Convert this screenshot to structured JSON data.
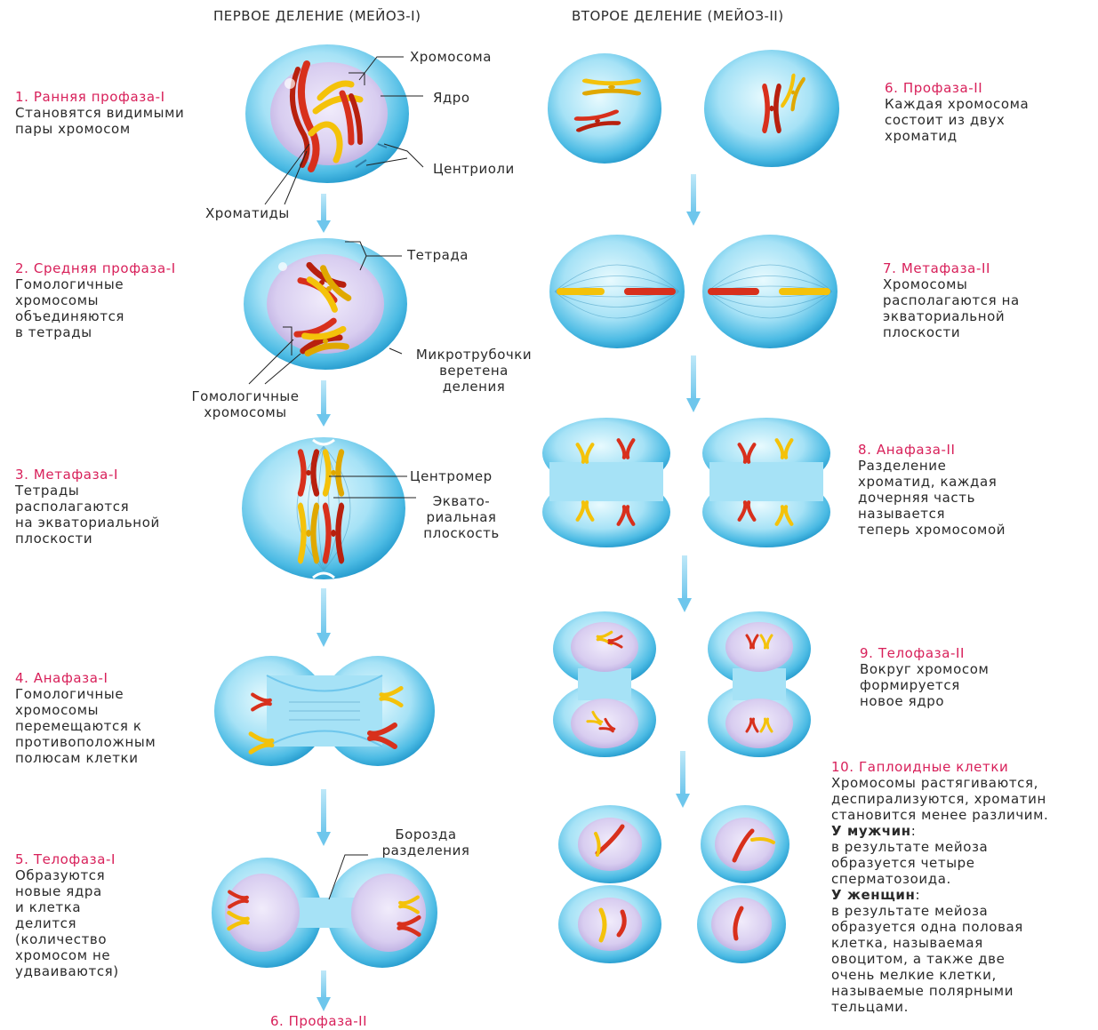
{
  "headers": {
    "first": "ПЕРВОЕ ДЕЛЕНИЕ (МЕЙОЗ-I)",
    "second": "ВТОРОЕ ДЕЛЕНИЕ (МЕЙОЗ-II)"
  },
  "stages": {
    "s1": {
      "title": "1. Ранняя профаза-I",
      "body": "Становятся видимыми\nпары хромосом"
    },
    "s2": {
      "title": "2. Средняя профаза-I",
      "body": "Гомологичные\nхромосомы\nобъединяются\nв тетрады"
    },
    "s3": {
      "title": "3. Метафаза-I",
      "body": "Тетрады\nрасполагаются\nна экваториальной\nплоскости"
    },
    "s4": {
      "title": "4. Анафаза-I",
      "body": "Гомологичные\nхромосомы\nперемещаются к\nпротивоположным\nполюсам клетки"
    },
    "s5": {
      "title": "5. Телофаза-I",
      "body": "Образуются\nновые ядра\nи клетка\nделится\n(количество\nхромосом не\nудваиваются)"
    },
    "s6": {
      "title": "6. Профаза-II",
      "body": "Каждая хромосома\nсостоит из двух\nхроматид"
    },
    "s7": {
      "title": "7. Метафаза-II",
      "body": "Хромосомы\nрасполагаются на\nэкваториальной\nплоскости"
    },
    "s8": {
      "title": "8. Анафаза-II",
      "body": "Разделение\nхроматид, каждая\nдочерняя часть\nназывается\nтеперь хромосомой"
    },
    "s9": {
      "title": "9. Телофаза-II",
      "body": "Вокруг хромосом\nформируется\nновое ядро"
    },
    "s10": {
      "title": "10. Гаплоидные клетки",
      "body": "Хромосомы растягиваются,\nдеспирализуются, хроматин\nстановится менее различим.",
      "men_heading": "У мужчин",
      "men_colon": ":",
      "men_body": "в результате мейоза\nобразуется четыре\nсперматозоида.",
      "women_heading": "У женщин",
      "women_colon": ":",
      "women_body": "в результате мейоза\nобразуется одна половая\nклетка, называемая\nовоцитом, а также две\nочень мелкие клетки,\nназываемые полярными\nтельцами."
    }
  },
  "labels": {
    "chromosome": "Хромосома",
    "nucleus": "Ядро",
    "centrioles": "Центриоли",
    "chromatids": "Хроматиды",
    "tetrad": "Тетрада",
    "microtubules": "Микротрубочки\nверетена\nделения",
    "homologous": "Гомологичные\nхромосомы",
    "centromere": "Центромер",
    "equatorial": "Эквато-\nриальная\nплоскость",
    "furrow": "Борозда\nразделения"
  },
  "tail_label": "6. Профаза-II",
  "colors": {
    "title": "#d8205a",
    "cell_light": "#d6f3fb",
    "cell_dark": "#2aa8d8",
    "nucleus": "#cdc2ea",
    "chrom_red": "#d8301c",
    "chrom_yellow": "#f4c20a",
    "arrow": "#7fcdee"
  }
}
